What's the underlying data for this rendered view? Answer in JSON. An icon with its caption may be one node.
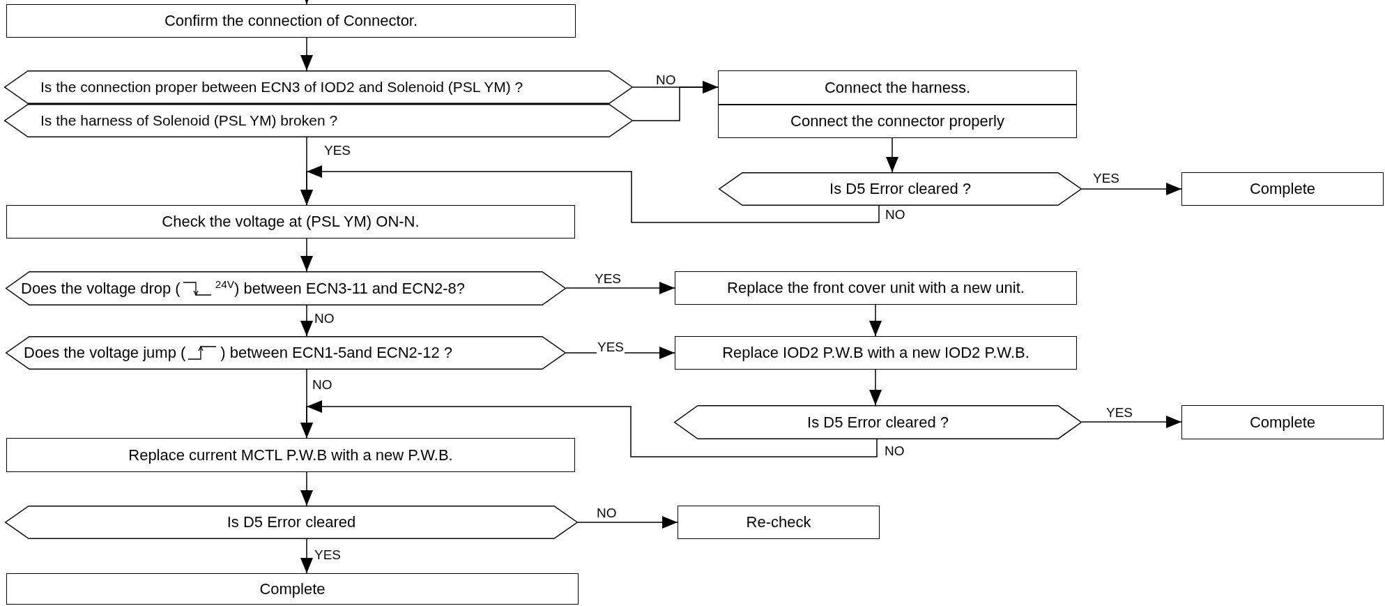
{
  "diagram": {
    "nodes": [
      {
        "text": [
          "Confirm the connection of Connector."
        ]
      },
      {
        "text": [
          "Is the connection proper between ECN3 of IOD2 and Solenoid (PSL YM) ?"
        ]
      },
      {
        "text": [
          "Is the harness of Solenoid (PSL YM) broken ?"
        ]
      },
      {
        "text": [
          "Connect the harness."
        ]
      },
      {
        "text": [
          "Connect the connector properly"
        ]
      },
      {
        "text": [
          "Is D5 Error cleared ?"
        ]
      },
      {
        "text": [
          "Complete"
        ]
      },
      {
        "text": [
          "Check the voltage at  (PSL YM) ON-N."
        ]
      },
      {
        "text": [
          "Does the voltage drop (",
          "$^{24V}$) between ECN3-11 and ECN2-8?"
        ]
      },
      {
        "text": [
          "Replace the front cover unit with a new unit."
        ]
      },
      {
        "text": [
          "Does the voltage jump (",
          ") between ECN1-5and ECN2-12 ?"
        ]
      },
      {
        "text": [
          "Replace IOD2 P.W.B with a new IOD2 P.W.B."
        ]
      },
      {
        "text": [
          "Is D5 Error cleared ?"
        ]
      },
      {
        "text": [
          "Complete"
        ]
      },
      {
        "text": [
          "Replace current MCTL P.W.B with a new P.W.B."
        ]
      },
      {
        "text": [
          "Is D5 Error cleared"
        ]
      },
      {
        "text": [
          "Re-check"
        ]
      },
      {
        "text": [
          "Complete"
        ]
      }
    ],
    "edges": [
      {
        "from": null,
        "to": 0,
        "arrow": "to"
      },
      {
        "from": 0,
        "to": 1,
        "arrow": "to"
      },
      {
        "from": 1,
        "to": 3,
        "arrow": "to",
        "label": "NO"
      },
      {
        "from": 2,
        "to": 3,
        "arrow": "to"
      },
      {
        "from": 2,
        "to": 7,
        "arrow": "to",
        "label": "YES"
      },
      {
        "from": 4,
        "to": 5,
        "arrow": "to"
      },
      {
        "from": 5,
        "to": 6,
        "arrow": "to",
        "label": "YES"
      },
      {
        "from": 5,
        "to": 7,
        "arrow": "to",
        "label": "NO"
      },
      {
        "from": 7,
        "to": 8,
        "arrow": "to"
      },
      {
        "from": 8,
        "to": 9,
        "arrow": "to",
        "label": "YES"
      },
      {
        "from": 8,
        "to": 10,
        "arrow": "to",
        "label": "NO"
      },
      {
        "from": 9,
        "to": 11,
        "arrow": "to"
      },
      {
        "from": 10,
        "to": 11,
        "arrow": "to",
        "label": "YES"
      },
      {
        "from": 11,
        "to": 12,
        "arrow": "to"
      },
      {
        "from": 12,
        "to": 13,
        "arrow": "to",
        "label": "YES"
      },
      {
        "from": 10,
        "to": 14,
        "arrow": "to",
        "label": "NO"
      },
      {
        "from": 12,
        "to": 14,
        "arrow": "to",
        "label": "NO"
      },
      {
        "from": 14,
        "to": 15,
        "arrow": "to"
      },
      {
        "from": 15,
        "to": 16,
        "arrow": "to",
        "label": "NO"
      },
      {
        "from": 15,
        "to": 17,
        "arrow": "to",
        "label": "YES"
      }
    ]
  }
}
